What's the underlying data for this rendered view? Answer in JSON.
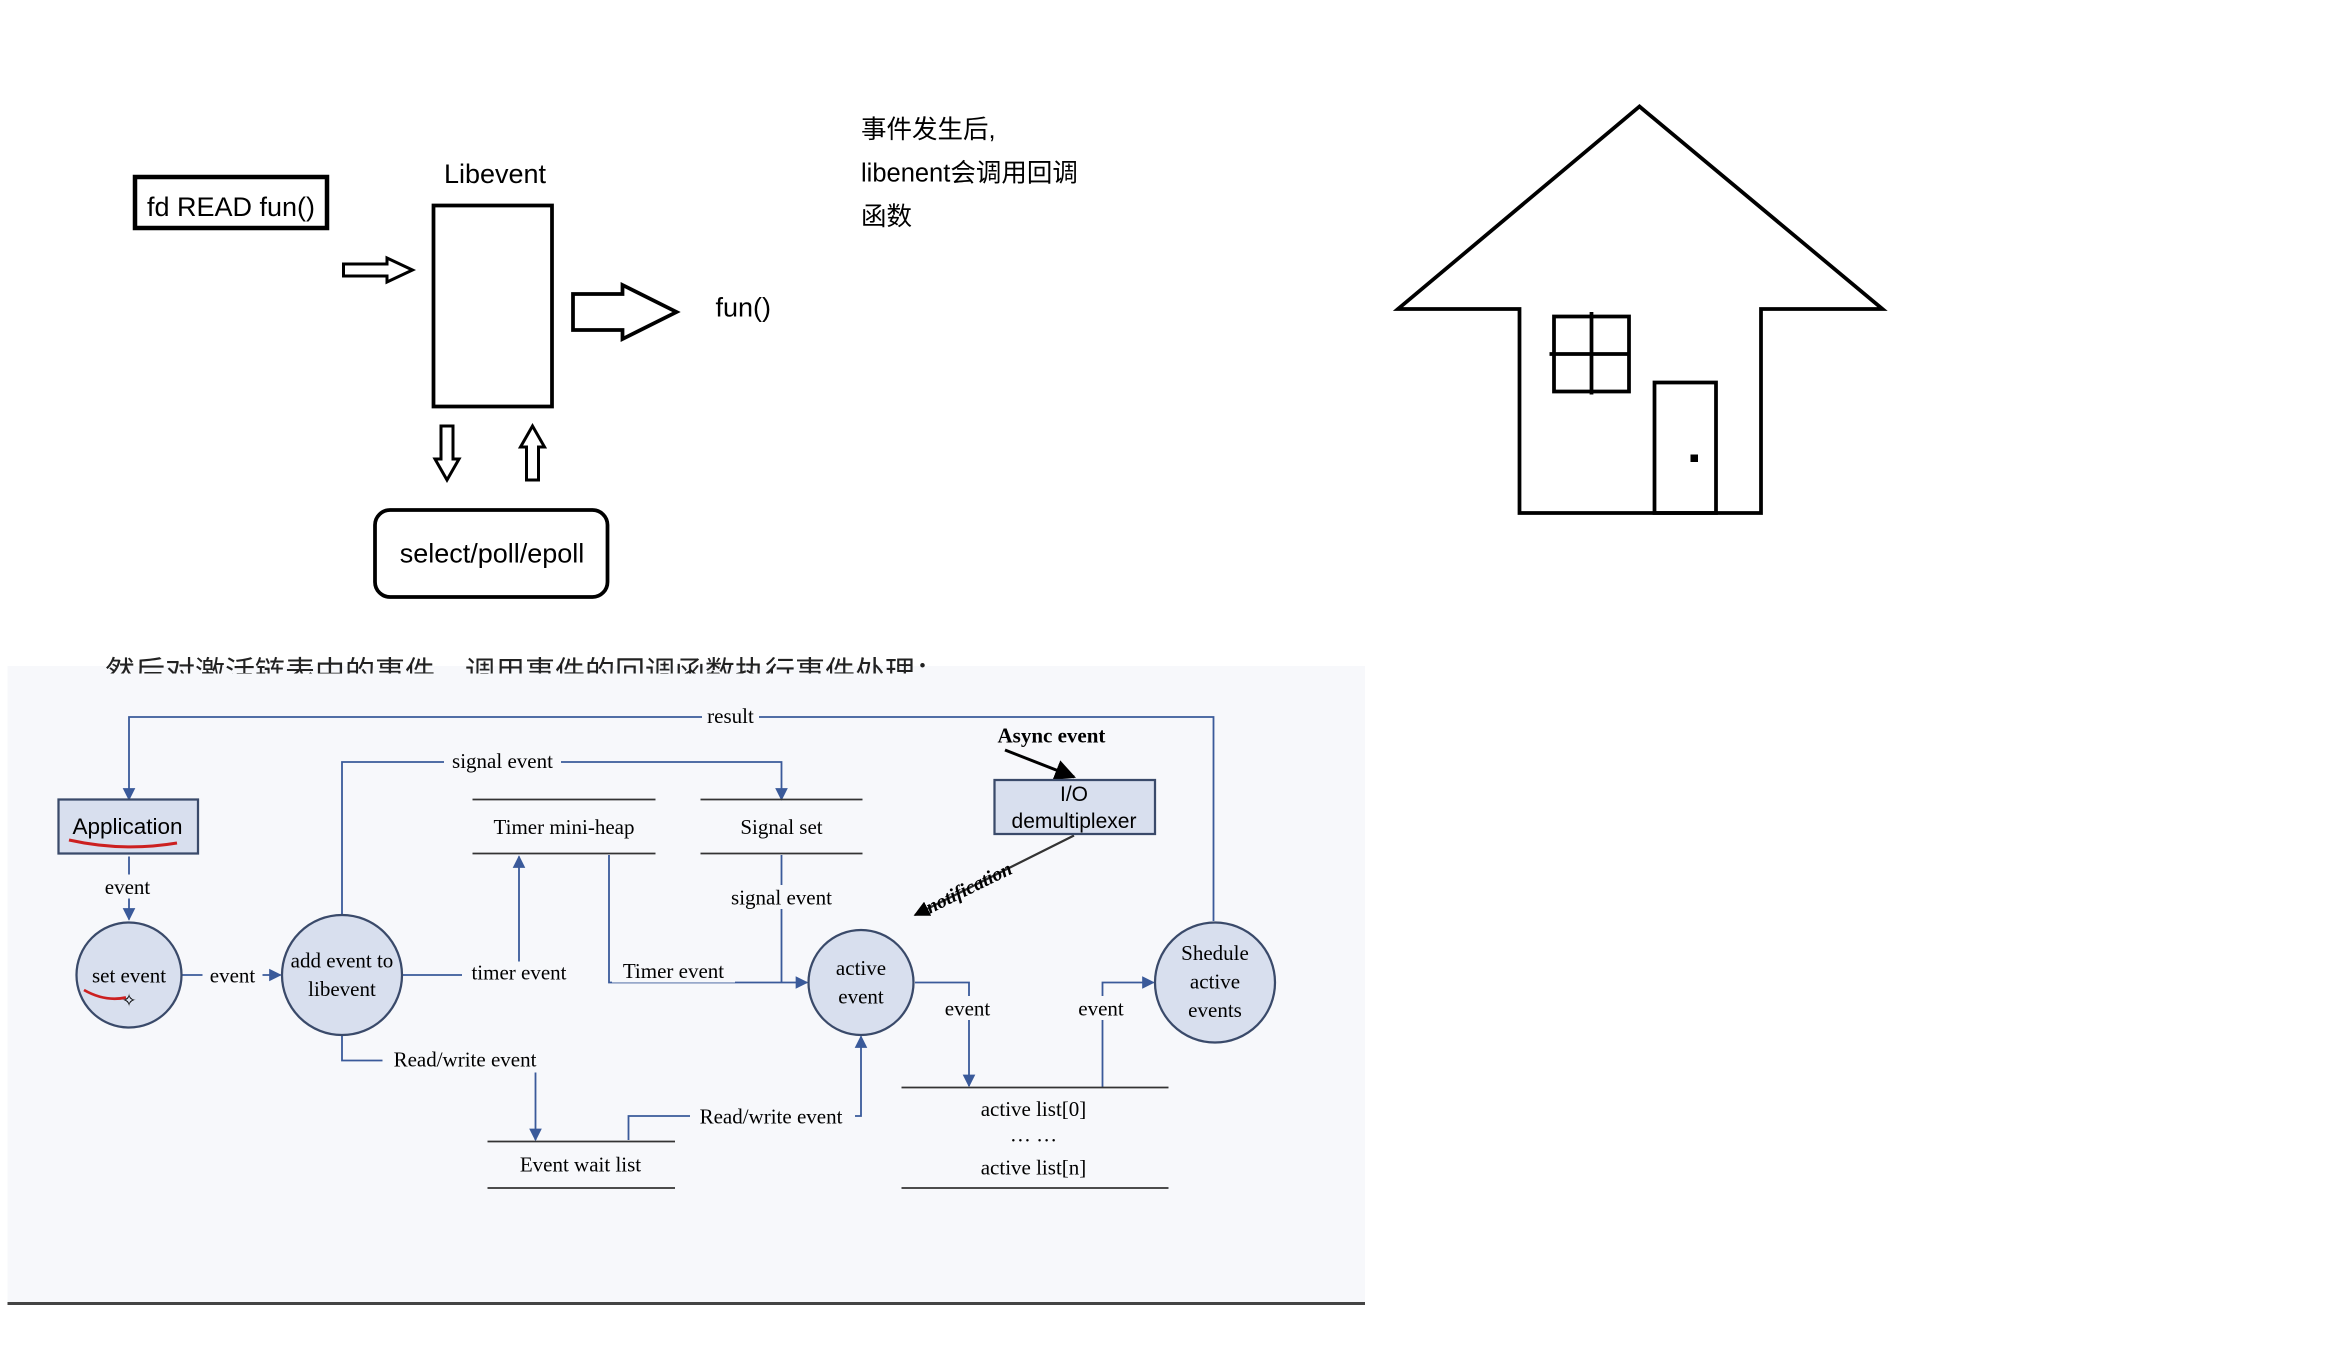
{
  "top_diagram": {
    "fd_box": "fd READ fun()",
    "libevent_label": "Libevent",
    "fun_label": "fun()",
    "select_box": "select/poll/epoll"
  },
  "note": {
    "line1": "事件发生后,",
    "line2": "libenent会调用回调",
    "line3": "函数"
  },
  "house": {
    "icon": "house-icon"
  },
  "flow": {
    "truncated_caption": "然后对激活链表中的事件，调用事件的回调函数执行事件处理；",
    "result": "result",
    "signal_event_top": "signal event",
    "async_event": "Async event",
    "io_line1": "I/O",
    "io_line2": "demultiplexer",
    "application": "Application",
    "timer_heap": "Timer mini-heap",
    "signal_set": "Signal set",
    "event_down": "event",
    "signal_event_mid": "signal event",
    "notification": "notification",
    "set_event": "set event",
    "event_to_add": "event",
    "add_line1": "add event to",
    "add_line2": "libevent",
    "timer_event": "timer event",
    "timer_event2": "Timer event",
    "active_line1": "active",
    "active_line2": "event",
    "event_out": "event",
    "event_in": "event",
    "sched_line1": "Shedule",
    "sched_line2": "active",
    "sched_line3": "events",
    "rw_event1": "Read/write event",
    "rw_event2": "Read/write event",
    "event_wait_list": "Event wait list",
    "active_list0": "active list[0]",
    "dots": "… …",
    "active_listn": "active list[n]"
  }
}
